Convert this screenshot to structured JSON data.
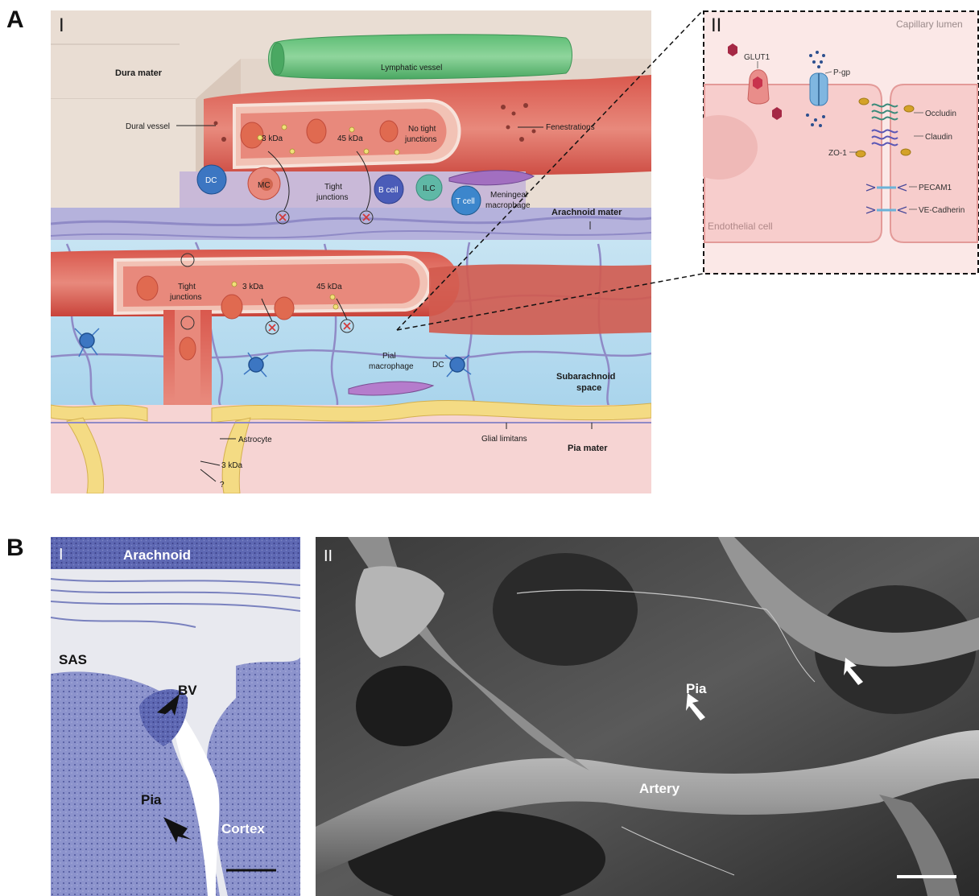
{
  "panels": {
    "A": {
      "letter": "A",
      "sub_I": {
        "roman": "I",
        "labels": {
          "dura_mater": "Dura mater",
          "lymphatic_vessel": "Lymphatic vessel",
          "dural_vessel": "Dural vessel",
          "kda3_top": "3 kDa",
          "kda45_top": "45 kDa",
          "no_tight_1": "No tight",
          "no_tight_2": "junctions",
          "fenestrations": "Fenestrations",
          "dc_top": "DC",
          "mc": "MC",
          "tight_top_1": "Tight",
          "tight_top_2": "junctions",
          "b_cell": "B cell",
          "ilc": "ILC",
          "t_cell": "T cell",
          "meningeal_1": "Meningeal",
          "meningeal_2": "macrophage",
          "arachnoid_mater": "Arachnoid mater",
          "tight_mid_1": "Tight",
          "tight_mid_2": "junctions",
          "kda3_mid": "3 kDa",
          "kda45_mid": "45 kDa",
          "pial_1": "Pial",
          "pial_2": "macrophage",
          "dc_bottom": "DC",
          "subarachnoid_1": "Subarachnoid",
          "subarachnoid_2": "space",
          "astrocyte": "Astrocyte",
          "glial_limitans": "Glial limitans",
          "pia_mater": "Pia mater",
          "kda3_bottom": "3 kDa",
          "question": "?"
        }
      },
      "sub_II": {
        "roman": "II",
        "labels": {
          "capillary_lumen": "Capillary lumen",
          "glut1": "GLUT1",
          "pgp": "P-gp",
          "occludin": "Occludin",
          "claudin": "Claudin",
          "zo1": "ZO-1",
          "pecam1": "PECAM1",
          "ve_cadherin": "VE-Cadherin",
          "endothelial_cell": "Endothelial cell"
        }
      }
    },
    "B": {
      "letter": "B",
      "sub_I": {
        "roman": "I",
        "labels": {
          "arachnoid": "Arachnoid",
          "sas": "SAS",
          "bv": "BV",
          "pia": "Pia",
          "cortex": "Cortex"
        }
      },
      "sub_II": {
        "roman": "II",
        "labels": {
          "pia": "Pia",
          "artery": "Artery"
        }
      }
    }
  }
}
